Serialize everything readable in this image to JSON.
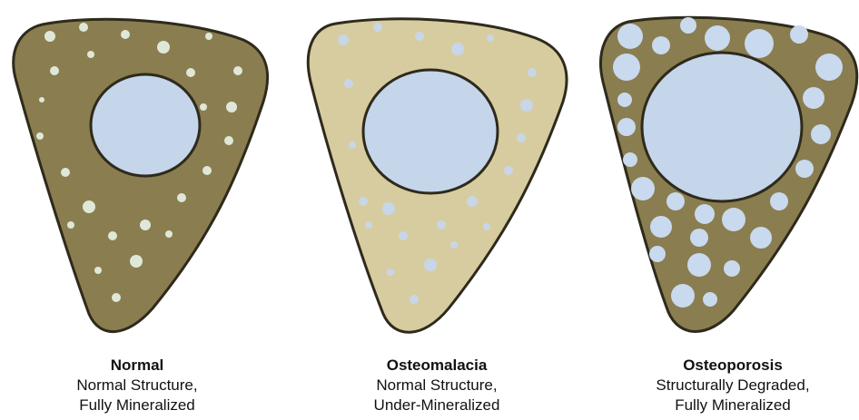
{
  "panels": [
    {
      "key": "normal",
      "title": "Normal",
      "line1": "Normal Structure,",
      "line2": "Fully Mineralized",
      "fill": "#8a7d4f",
      "pore": "#dfe8d8"
    },
    {
      "key": "osteomalacia",
      "title": "Osteomalacia",
      "line1": "Normal Structure,",
      "line2": "Under-Mineralized",
      "fill": "#d6cc9f",
      "pore": "#c8d6e8"
    },
    {
      "key": "osteoporosis",
      "title": "Osteoporosis",
      "line1": "Structurally Degraded,",
      "line2": "Fully Mineralized",
      "fill": "#8a7d4f",
      "pore": "#c9d9ee"
    }
  ],
  "colors": {
    "outline": "#2e2a1c",
    "canal": "#c5d5ea",
    "background": "#ffffff"
  }
}
